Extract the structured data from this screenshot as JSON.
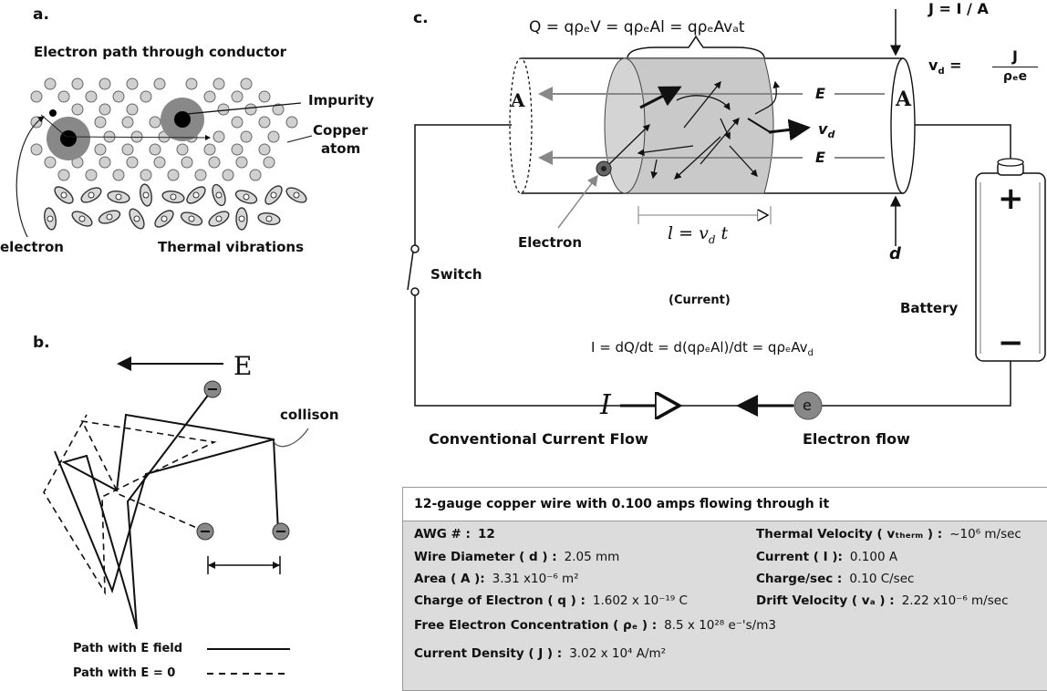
{
  "panel_a": {
    "letter": "a.",
    "title": "Electron path through conductor",
    "impurity": "Impurity",
    "copper": "Copper",
    "atom": "atom",
    "electron": "electron",
    "thermal": "Thermal vibrations"
  },
  "panel_b": {
    "letter": "b.",
    "field": "E",
    "collision": "collison",
    "legend_with_field": "Path with E field",
    "legend_without_field": "Path with E = 0"
  },
  "panel_c": {
    "letter": "c.",
    "charge_eq": "Q = qρₑV = qρₑAl = qρₑAvₐt",
    "j_eq": "J = I / A",
    "vd_eq_lhs": "v",
    "vd_eq_num": "J",
    "vd_eq_den": "ρₑe",
    "area_left": "A",
    "area_right": "A",
    "field_label_top": "E",
    "field_label_bottom": "E",
    "vd_label": "v",
    "vd_sub": "d",
    "electron": "Electron",
    "length_eq": "l = v",
    "length_eq_tail": "t",
    "d_label": "d",
    "switch": "Switch",
    "current_note": "(Current)",
    "battery": "Battery",
    "plus": "+",
    "minus": "−",
    "current_eq": "I = dQ/dt = d(qρₑAl)/dt = qρₑAv",
    "current_symbol": "I",
    "electron_symbol": "e",
    "conventional_flow": "Conventional Current Flow",
    "electron_flow": "Electron flow"
  },
  "table": {
    "title": "12-gauge copper wire with 0.100 amps flowing through it",
    "rows": [
      {
        "key": "AWG # :",
        "value": "12"
      },
      {
        "key": "Wire Diameter ( d ) :",
        "value": "2.05 mm"
      },
      {
        "key": "Area ( A ):",
        "value": "3.31 x10⁻⁶ m²"
      },
      {
        "key": "Charge of Electron ( q ) :",
        "value": "1.602 x 10⁻¹⁹ C"
      },
      {
        "key": "Free Electron Concentration ( ρₑ ) :",
        "value": "8.5 x 10²⁸ e⁻'s/m3"
      },
      {
        "key": "Current Density ( J ) :",
        "value": "3.02 x 10⁴ A/m²"
      }
    ],
    "rows_right": [
      {
        "key": "Thermal Velocity ( vₜₕₑᵣₘ ) :",
        "value": "~10⁶ m/sec"
      },
      {
        "key": "Current ( I ):",
        "value": "0.100 A"
      },
      {
        "key": "Charge/sec :",
        "value": "0.10 C/sec"
      },
      {
        "key": "Drift Velocity ( vₐ ) :",
        "value": "2.22 x10⁻⁶ m/sec"
      }
    ]
  }
}
